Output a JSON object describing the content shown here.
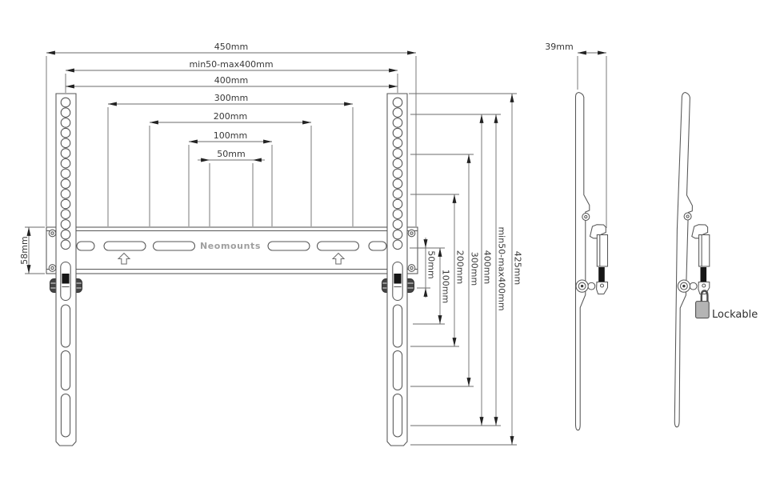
{
  "drawing": {
    "brand": "Neomounts",
    "lockable": "Lockable",
    "front": {
      "top_dims": [
        "450mm",
        "min50-max400mm",
        "400mm",
        "300mm",
        "200mm",
        "100mm",
        "50mm"
      ],
      "left_dim": "58mm",
      "right_dims": [
        "50mm",
        "100mm",
        "200mm",
        "300mm",
        "400mm",
        "min50-max400mm",
        "425mm"
      ]
    },
    "side": {
      "depth_dim": "39mm"
    },
    "colors": {
      "line": "#565656",
      "dim_line": "#6b6b6b",
      "arrow": "#222222",
      "padlock_body": "#b4b4b4",
      "rubber": "#161616"
    }
  }
}
